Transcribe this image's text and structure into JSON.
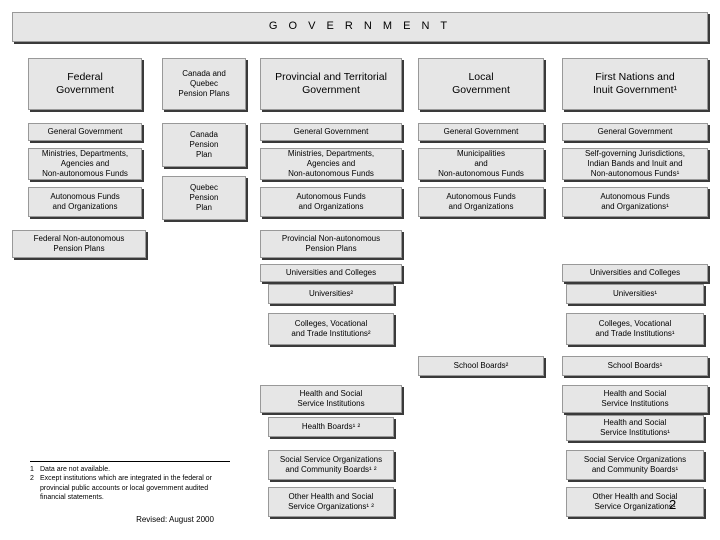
{
  "title": "G O V E R N M E N T",
  "columns": {
    "federal": {
      "header": "Federal\nGovernment",
      "general": "General Government",
      "ministries": "Ministries, Departments,\nAgencies and\nNon-autonomous Funds",
      "autonomous": "Autonomous Funds\nand Organizations",
      "pension": "Federal Non-autonomous\nPension Plans"
    },
    "cqpp": {
      "header": "Canada and\nQuebec\nPension Plans",
      "canada": "Canada\nPension\nPlan",
      "quebec": "Quebec\nPension\nPlan"
    },
    "provincial": {
      "header": "Provincial and Territorial\nGovernment",
      "general": "General Government",
      "ministries": "Ministries, Departments,\nAgencies and\nNon-autonomous Funds",
      "autonomous": "Autonomous Funds\nand Organizations",
      "pension": "Provincial Non-autonomous\nPension Plans",
      "universities_colleges": "Universities and Colleges",
      "universities": "Universities²",
      "colleges": "Colleges, Vocational\nand Trade Institutions²",
      "health_social": "Health and Social\nService Institutions",
      "health_boards": "Health Boards¹ ²",
      "social_service": "Social Service Organizations\nand Community Boards¹ ²",
      "other_health": "Other Health and Social\nService Organizations¹ ²"
    },
    "local": {
      "header": "Local\nGovernment",
      "general": "General Government",
      "municipalities": "Municipalities\nand\nNon-autonomous Funds",
      "autonomous": "Autonomous Funds\nand Organizations",
      "school_boards": "School Boards²"
    },
    "first_nations": {
      "header": "First Nations and\nInuit Government¹",
      "general": "General Government",
      "self_governing": "Self-governing Jurisdictions,\nIndian Bands and Inuit and\nNon-autonomous Funds¹",
      "autonomous": "Autonomous Funds\nand Organizations¹",
      "universities_colleges": "Universities and Colleges",
      "universities": "Universities¹",
      "colleges": "Colleges, Vocational\nand Trade Institutions¹",
      "school_boards": "School Boards¹",
      "health_social": "Health and Social\nService Institutions",
      "health_boards": "Health and Social\nService Institutions¹",
      "social_service": "Social Service Organizations\nand Community Boards¹",
      "other_health": "Other Health and Social\nService Organizations¹"
    }
  },
  "footnotes": [
    {
      "marker": "1",
      "text": "Data are not available."
    },
    {
      "marker": "2",
      "text": "Except institutions which are integrated in the federal or provincial public accounts or local government audited financial statements."
    }
  ],
  "revised": "Revised: August 2000",
  "page_number": "2"
}
